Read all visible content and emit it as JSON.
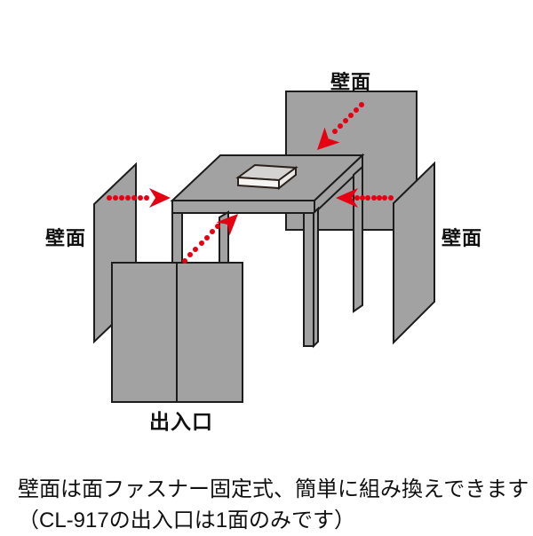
{
  "diagram": {
    "wall_label_top": "壁面",
    "wall_label_left": "壁面",
    "wall_label_right": "壁面",
    "entrance_label": "出入口",
    "colors": {
      "panel_gray": "#a2a2a2",
      "outline": "#1c1c1c",
      "arrow_red": "#e60012",
      "book_top": "#d5d3d1",
      "book_front": "#f7f5f3",
      "book_side": "#ebe9e7",
      "background": "#ffffff",
      "text": "#111111"
    }
  },
  "caption": {
    "line1": "壁面は面ファスナー固定式、簡単に組み換えできます",
    "line2": "（CL-917の出入口は1面のみです）"
  }
}
